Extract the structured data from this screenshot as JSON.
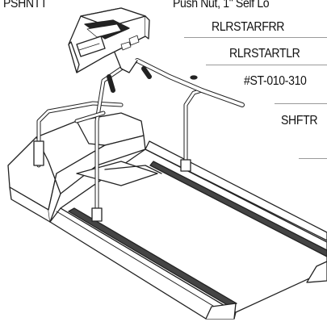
{
  "parts": [
    {
      "code": "PSHNTT",
      "description": "Push Nut, 1\" Self Lo"
    },
    {
      "code": "RLRSTARFRR"
    },
    {
      "code": "RLRSTARTLR"
    },
    {
      "code": "#ST-010-310"
    },
    {
      "code": "SHFTR"
    }
  ],
  "illustration": {
    "subject": "treadmill",
    "icon": "treadmill-line-drawing"
  }
}
